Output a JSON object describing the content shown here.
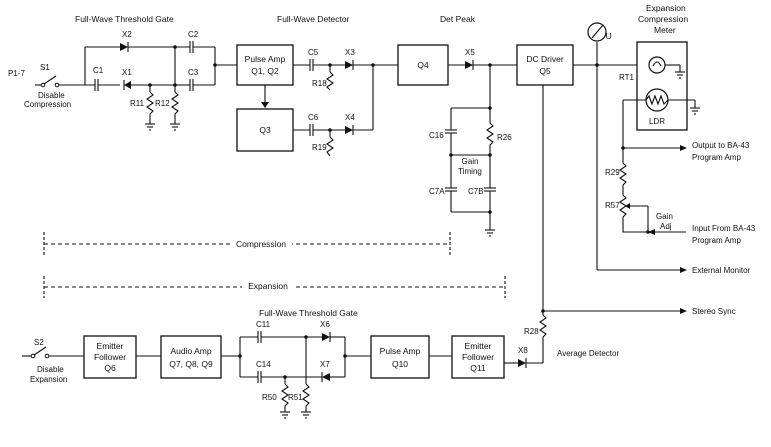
{
  "sections": {
    "threshold_gate_top": "Full-Wave Threshold Gate",
    "full_wave_detector": "Full-Wave Detector",
    "det_peak": "Det Peak",
    "vu_label": "VU",
    "expansion_meter_1": "Expansion",
    "expansion_meter_2": "Compression",
    "expansion_meter_3": "Meter",
    "threshold_gate_bottom": "Full-Wave Threshold Gate",
    "compression_range": "Compression",
    "expansion_range": "Expansion",
    "gain_timing_1": "Gain",
    "gain_timing_2": "Timing",
    "average_detector": "Average Detector"
  },
  "blocks": {
    "pulse_amp_top_1": "Pulse Amp",
    "pulse_amp_top_2": "Q1, Q2",
    "q3": "Q3",
    "q4": "Q4",
    "dc_driver_1": "DC Driver",
    "dc_driver_2": "Q5",
    "ldr": "LDR",
    "emitter_follower_q6_1": "Emitter",
    "emitter_follower_q6_2": "Follower",
    "emitter_follower_q6_3": "Q6",
    "audio_amp_1": "Audio Amp",
    "audio_amp_2": "Q7, Q8, Q9",
    "pulse_amp_bottom_1": "Pulse Amp",
    "pulse_amp_bottom_2": "Q10",
    "emitter_follower_q11_1": "Emitter",
    "emitter_follower_q11_2": "Follower",
    "emitter_follower_q11_3": "Q11"
  },
  "inputs": {
    "p1_7": "P1-7",
    "s1": "S1",
    "disable_compression_1": "Disable",
    "disable_compression_2": "Compression",
    "s2": "S2",
    "disable_expansion_1": "Disable",
    "disable_expansion_2": "Expansion"
  },
  "outputs": {
    "output_ba43_1": "Output to BA-43",
    "output_ba43_2": "Program Amp",
    "input_ba43_1": "Input From BA-43",
    "input_ba43_2": "Program Amp",
    "external_monitor": "External Monitor",
    "stereo_sync": "Stereo Sync",
    "gain_adj_1": "Gain",
    "gain_adj_2": "Adj"
  },
  "components": {
    "c1": "C1",
    "c2": "C2",
    "c3": "C3",
    "x1": "X1",
    "x2": "X2",
    "r11": "R11",
    "r12": "R12",
    "c5": "C5",
    "c6": "C6",
    "x3": "X3",
    "x4": "X4",
    "r18": "R18",
    "r19": "R19",
    "x5": "X5",
    "c16": "C16",
    "r26": "R26",
    "c7a": "C7A",
    "c7b": "C7B",
    "rt1": "RT1",
    "r29": "R29",
    "r57": "R57",
    "c11": "C11",
    "c14": "C14",
    "x6": "X6",
    "x7": "X7",
    "r50": "R50",
    "r51": "R51",
    "r28": "R28",
    "x8": "X8"
  }
}
